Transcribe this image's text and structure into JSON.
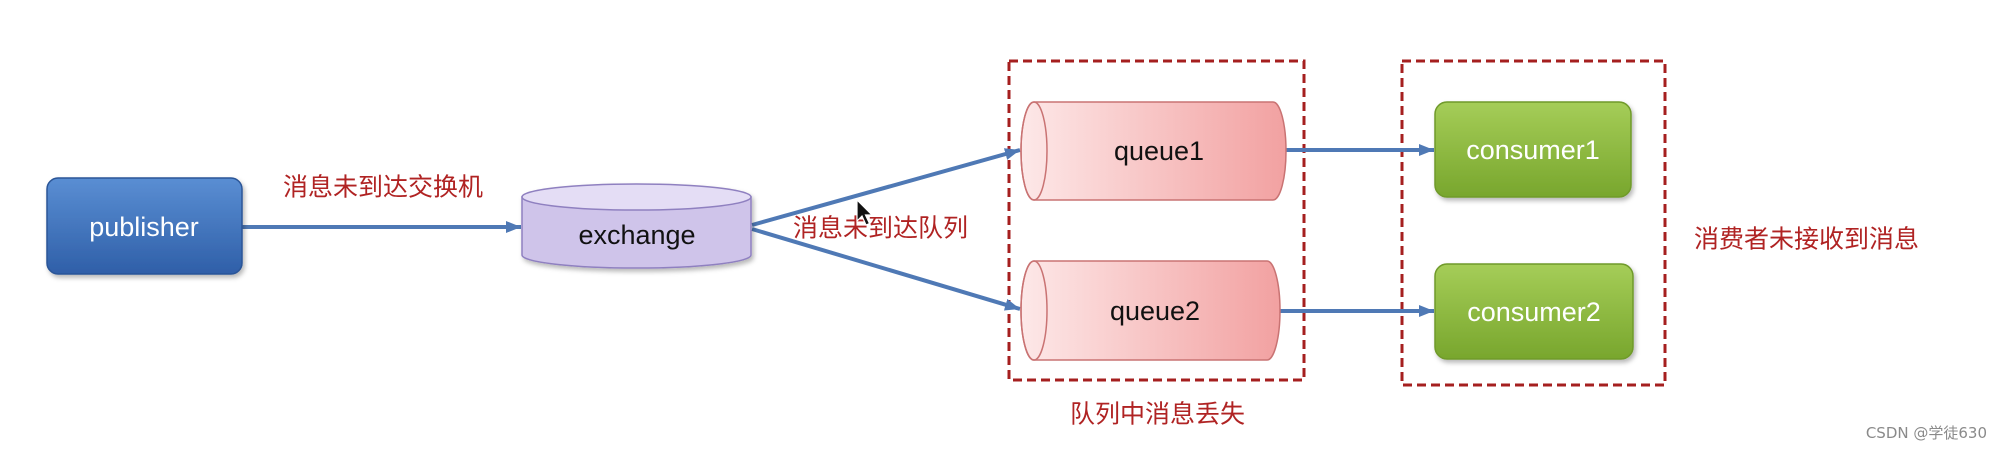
{
  "nodes": {
    "publisher": {
      "label": "publisher"
    },
    "exchange": {
      "label": "exchange"
    },
    "queue1": {
      "label": "queue1"
    },
    "queue2": {
      "label": "queue2"
    },
    "consumer1": {
      "label": "consumer1"
    },
    "consumer2": {
      "label": "consumer2"
    }
  },
  "annotations": {
    "not_reach_exchange": "消息未到达交换机",
    "not_reach_queue": "消息未到达队列",
    "queue_lost": "队列中消息丢失",
    "consumer_not_received": "消费者未接收到消息"
  },
  "watermark": "CSDN @学徒630",
  "icons": {
    "cursor": "mouse-pointer"
  },
  "colors": {
    "arrow": "#4f79b5",
    "annotation_text": "#b02323",
    "dashed_border": "#a51f1f",
    "publisher_top": "#5a8ed3",
    "publisher_bottom": "#2f5fa8",
    "exchange_fill": "#cfc4ea",
    "exchange_top": "#e4ddf5",
    "queue_left": "#fde8e8",
    "queue_right": "#f2a1a1",
    "consumer_top": "#a5cd58",
    "consumer_bottom": "#78a62d",
    "watermark": "#8a8a8a"
  }
}
